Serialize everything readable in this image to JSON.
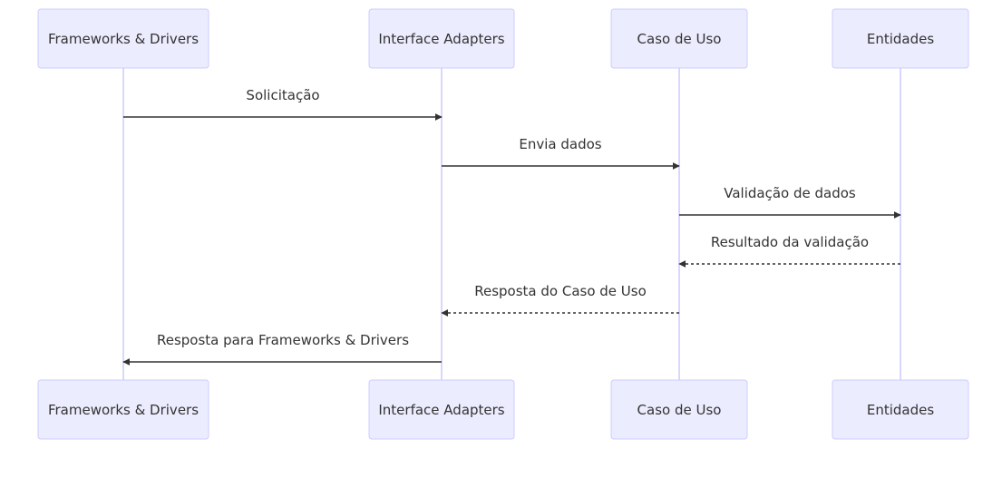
{
  "participants": [
    {
      "id": "fd",
      "label": "Frameworks & Drivers"
    },
    {
      "id": "ia",
      "label": "Interface Adapters"
    },
    {
      "id": "cu",
      "label": "Caso de Uso"
    },
    {
      "id": "en",
      "label": "Entidades"
    }
  ],
  "messages": [
    {
      "from": "fd",
      "to": "ia",
      "label": "Solicitação",
      "style": "solid"
    },
    {
      "from": "ia",
      "to": "cu",
      "label": "Envia dados",
      "style": "solid"
    },
    {
      "from": "cu",
      "to": "en",
      "label": "Validação de dados",
      "style": "solid"
    },
    {
      "from": "en",
      "to": "cu",
      "label": "Resultado da validação",
      "style": "dotted"
    },
    {
      "from": "cu",
      "to": "ia",
      "label": "Resposta do Caso de Uso",
      "style": "dotted"
    },
    {
      "from": "ia",
      "to": "fd",
      "label": "Resposta para Frameworks & Drivers",
      "style": "solid"
    }
  ],
  "colors": {
    "actor_fill": "#ececff",
    "actor_stroke": "#ccccff",
    "lifeline": "#ccccff",
    "message": "#333333",
    "text": "#333333"
  }
}
